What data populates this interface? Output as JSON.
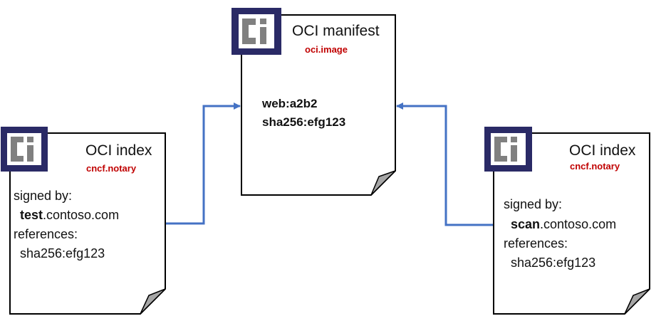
{
  "manifest": {
    "title": "OCI manifest",
    "media_type": "oci.image",
    "tag": "web:a2b2",
    "digest": "sha256:efg123",
    "logo_icon": "oci-logo-icon"
  },
  "left_index": {
    "title": "OCI index",
    "media_type": "cncf.notary",
    "signed_by_label": "signed by:",
    "signer_bold": "test",
    "signer_rest": ".contoso.com",
    "references_label": "references:",
    "reference_digest": "sha256:efg123",
    "logo_icon": "oci-logo-icon"
  },
  "right_index": {
    "title": "OCI index",
    "media_type": "cncf.notary",
    "signed_by_label": "signed by:",
    "signer_bold": "scan",
    "signer_rest": ".contoso.com",
    "references_label": "references:",
    "reference_digest": "sha256:efg123",
    "logo_icon": "oci-logo-icon"
  },
  "colors": {
    "logo_bg": "#2a2a66",
    "logo_tile": "#ffffff",
    "logo_glyph": "#808080",
    "arrow": "#4472c4",
    "media_type": "#c00000",
    "fold": "#a6a6a6"
  }
}
